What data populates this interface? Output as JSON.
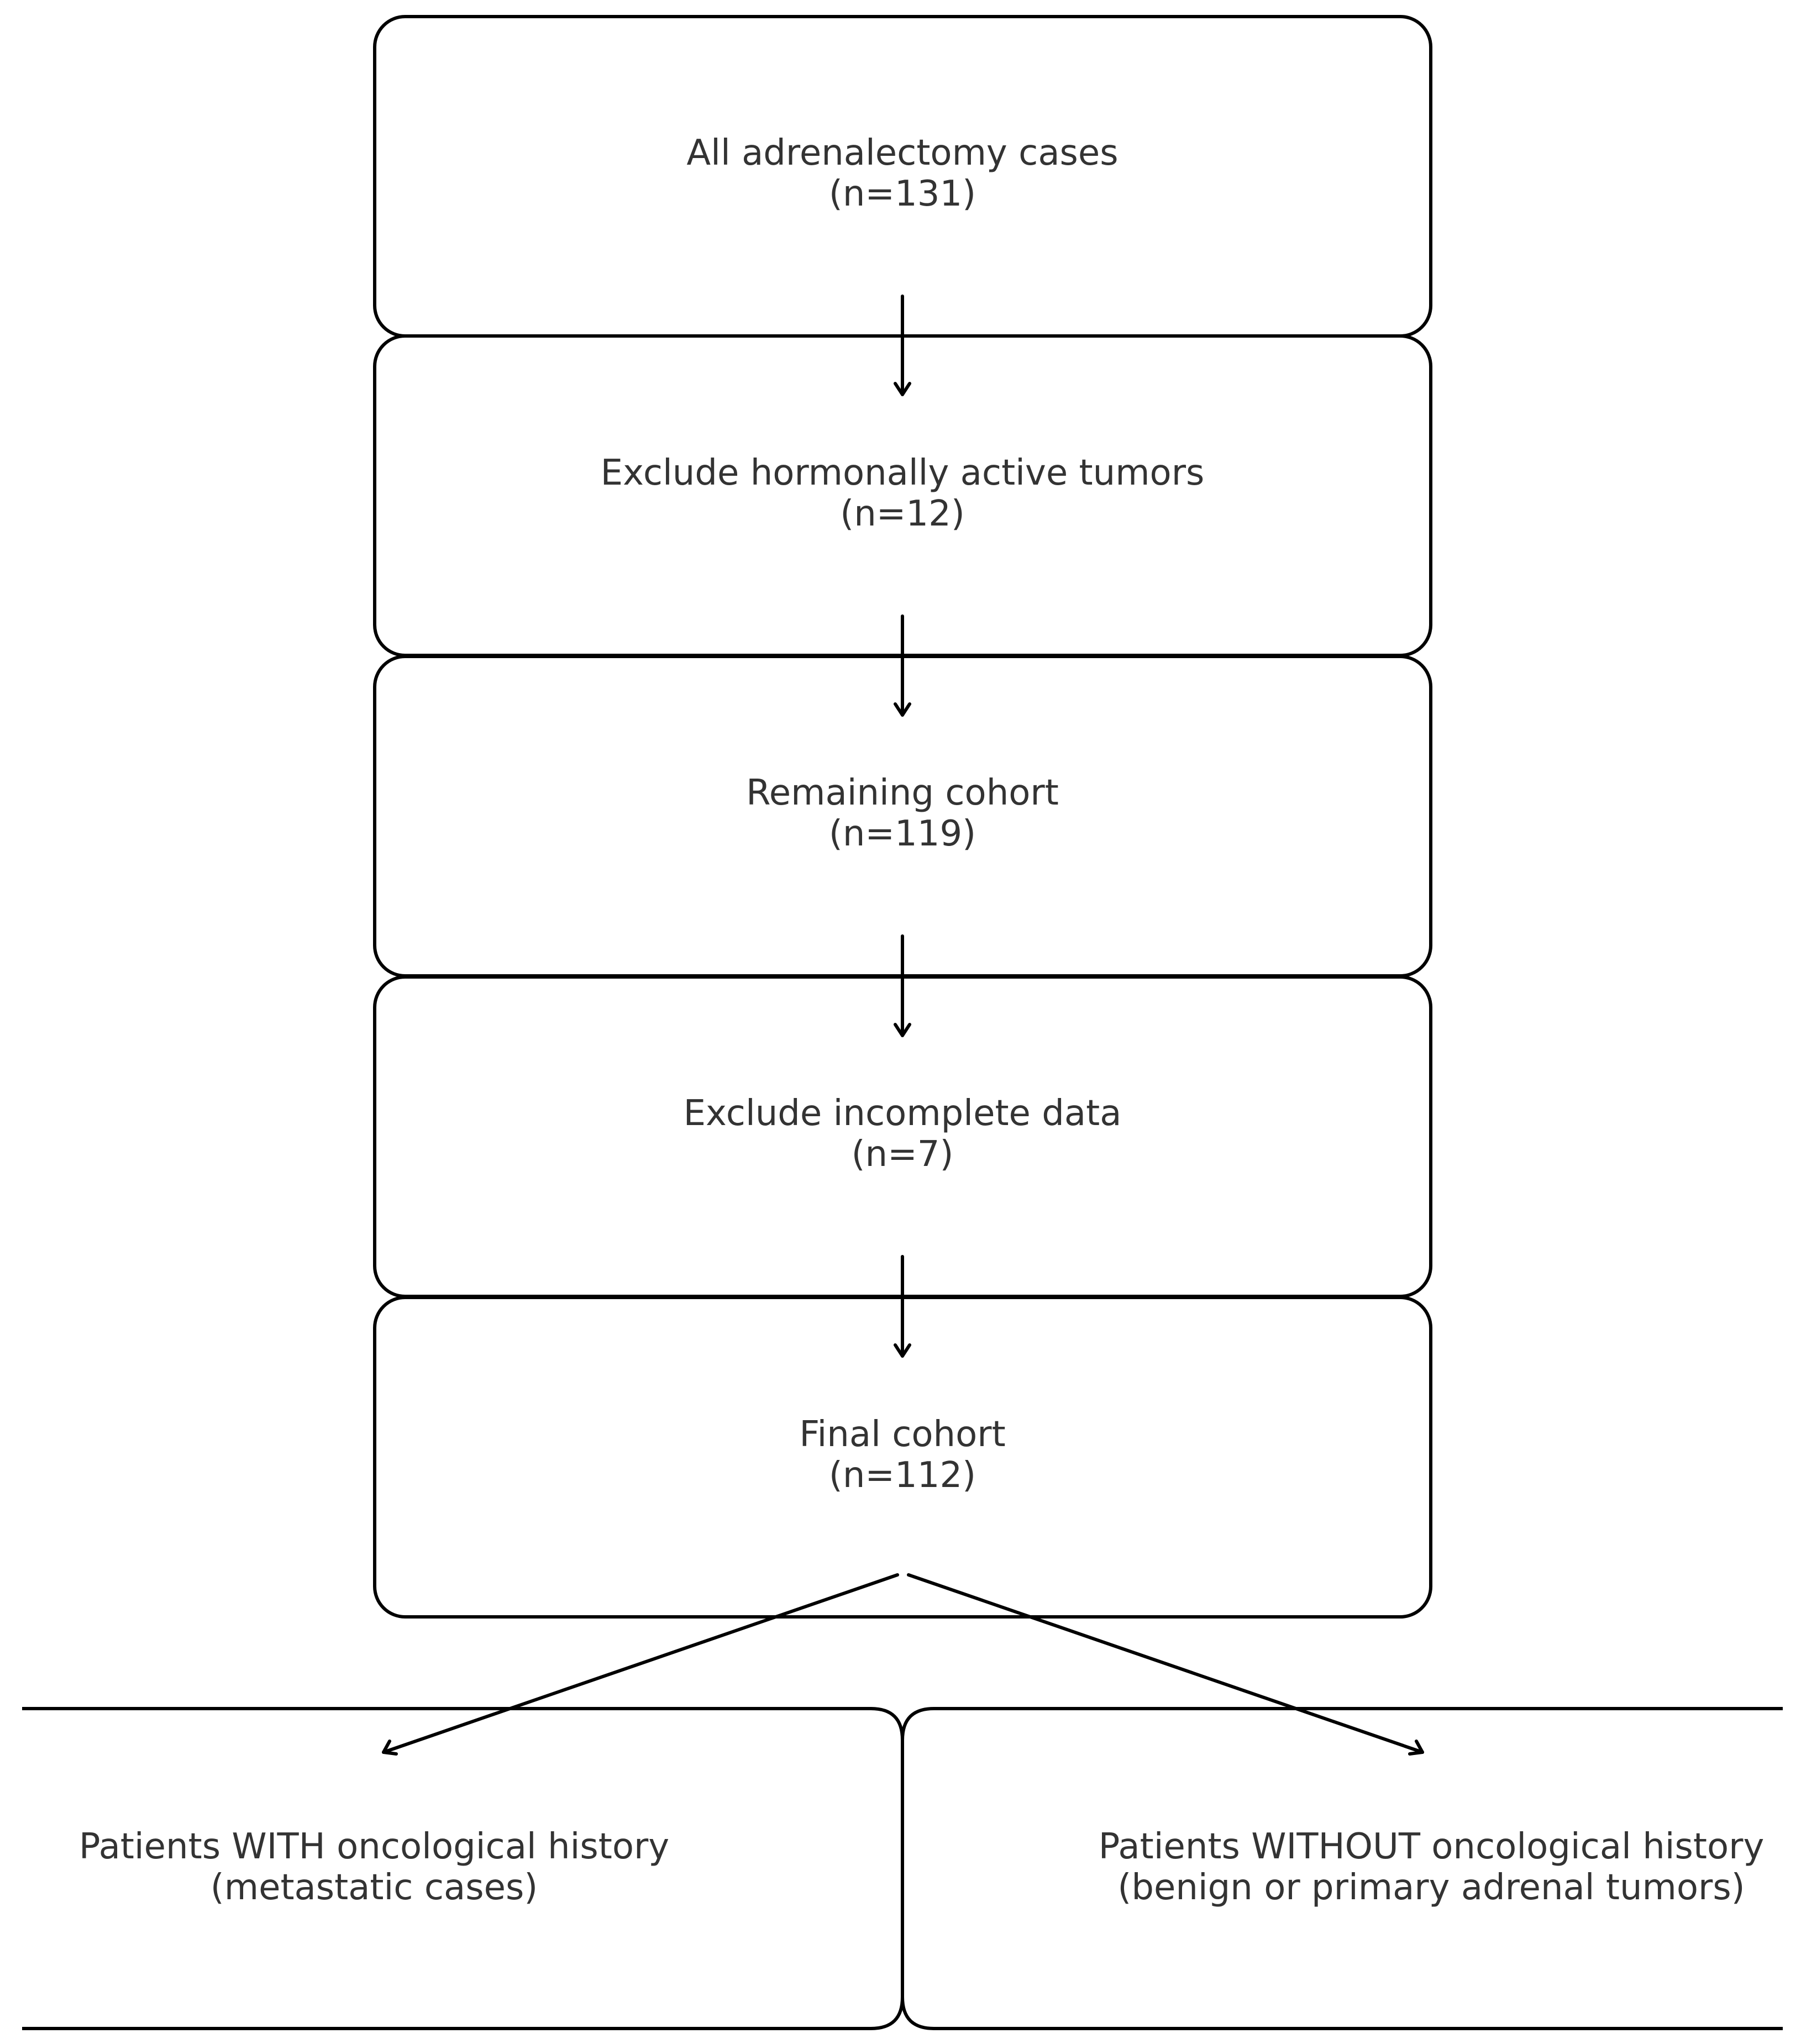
{
  "nodes": {
    "all_cases": {
      "line1": "All adrenalectomy cases",
      "line2": "(n=131)"
    },
    "exclude_hormonal": {
      "line1": "Exclude hormonally active tumors",
      "line2": "(n=12)"
    },
    "remaining": {
      "line1": "Remaining cohort",
      "line2": "(n=119)"
    },
    "exclude_incomplete": {
      "line1": "Exclude incomplete data",
      "line2": "(n=7)"
    },
    "final": {
      "line1": "Final cohort",
      "line2": "(n=112)"
    },
    "with_history": {
      "line1": "Patients WITH oncological history",
      "line2": "(metastatic cases)"
    },
    "without_history": {
      "line1": "Patients WITHOUT oncological history",
      "line2": "(benign or primary adrenal tumors)"
    }
  },
  "colors": {
    "stroke": "#000000",
    "text": "#333333",
    "background": "#ffffff"
  }
}
